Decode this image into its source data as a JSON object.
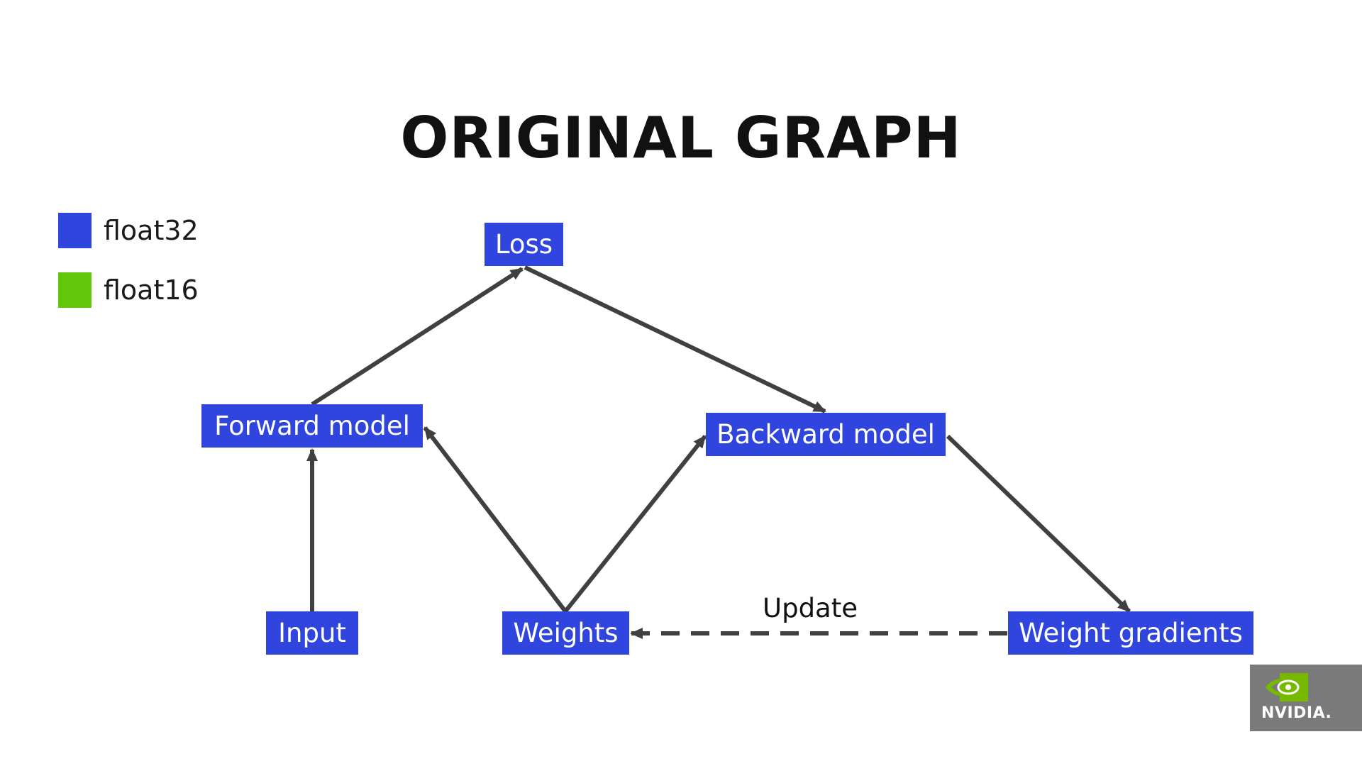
{
  "title": "ORIGINAL GRAPH",
  "legend": [
    {
      "label": "float32",
      "color": "#2f45de"
    },
    {
      "label": "float16",
      "color": "#62c60a"
    }
  ],
  "nodes": {
    "loss": "Loss",
    "forward_model": "Forward model",
    "backward_model": "Backward model",
    "input": "Input",
    "weights": "Weights",
    "weight_gradients": "Weight gradients"
  },
  "edge_labels": {
    "update": "Update"
  },
  "colors": {
    "node_fill": "#2f45de",
    "edge": "#404040",
    "logo_bg": "#7a7a7a",
    "logo_green": "#76b900"
  },
  "logo": {
    "text": "NVIDIA."
  }
}
